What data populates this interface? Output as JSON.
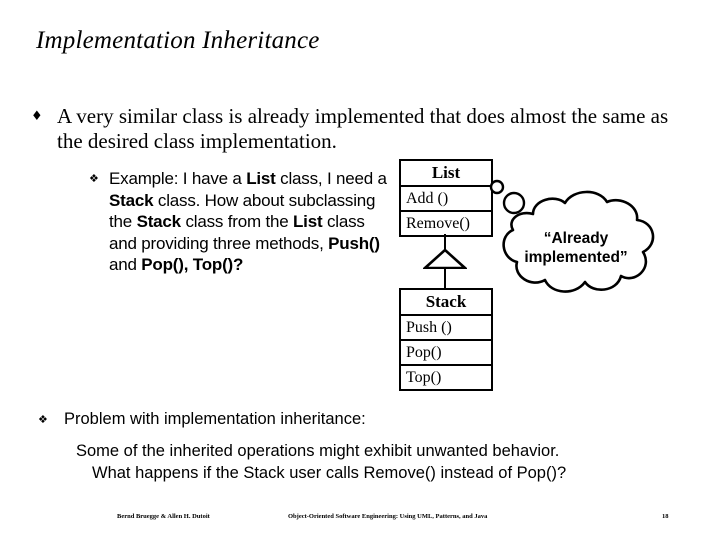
{
  "slide": {
    "title": "Implementation Inheritance",
    "bullets": {
      "main_marker": "♦",
      "sub_marker": "❖",
      "problem_marker": "❖"
    },
    "bullet_one": {
      "text": "A very similar class is already implemented that does almost the same as the desired class implementation."
    },
    "sub_bullet_example": {
      "segments": [
        {
          "text": "Example: I have a ",
          "bold": false
        },
        {
          "text": "List",
          "bold": true
        },
        {
          "text": " class, I need a ",
          "bold": false
        },
        {
          "text": "Stack",
          "bold": true
        },
        {
          "text": " class. How about subclassing the ",
          "bold": false
        },
        {
          "text": "Stack",
          "bold": true
        },
        {
          "text": " class from the ",
          "bold": false
        },
        {
          "text": "List",
          "bold": true
        },
        {
          "text": " class and providing three methods, ",
          "bold": false
        },
        {
          "text": "Push()",
          "bold": true
        },
        {
          "text": " and ",
          "bold": false
        },
        {
          "text": "Pop(), Top()?",
          "bold": true
        }
      ]
    },
    "bullet_problem": {
      "heading": "Problem with implementation inheritance:",
      "detail_line_1": "Some of the inherited operations might exhibit unwanted behavior.",
      "detail_line_2": "What happens if the Stack user calls Remove() instead of Pop()?"
    },
    "diagram": {
      "classes": [
        {
          "name": "List",
          "operations": [
            "Add ()",
            "Remove()"
          ]
        },
        {
          "name": "Stack",
          "operations": [
            "Push ()",
            "Pop()",
            "Top()"
          ]
        }
      ],
      "relationship": "generalization",
      "thought_bubble": {
        "text": "“Already implemented”",
        "line_1": "“Already",
        "line_2": "implemented”"
      }
    },
    "footer": {
      "authors": "Bernd Bruegge & Allen H. Dutoit",
      "book": "Object-Oriented Software Engineering: Using UML, Patterns, and Java",
      "page": "18"
    },
    "colors": {
      "text": "#000000",
      "background": "#ffffff",
      "stroke": "#000000"
    }
  }
}
